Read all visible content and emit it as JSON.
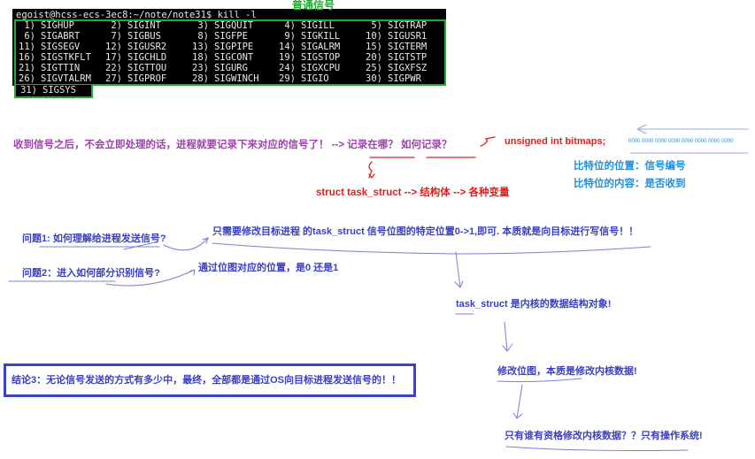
{
  "terminal": {
    "prompt": "egoist@hcss-ecs-3ec8:~/note/note31$ kill -l",
    "label": "普通信号",
    "signals": [
      "SIGHUP",
      "SIGINT",
      "SIGQUIT",
      "SIGILL",
      "SIGTRAP",
      "SIGABRT",
      "SIGBUS",
      "SIGFPE",
      "SIGKILL",
      "SIGUSR1",
      "SIGSEGV",
      "SIGUSR2",
      "SIGPIPE",
      "SIGALRM",
      "SIGTERM",
      "SIGSTKFLT",
      "SIGCHLD",
      "SIGCONT",
      "SIGSTOP",
      "SIGTSTP",
      "SIGTTIN",
      "SIGTTOU",
      "SIGURG",
      "SIGXCPU",
      "SIGXFSZ",
      "SIGVTALRM",
      "SIGPROF",
      "SIGWINCH",
      "SIGIO",
      "SIGPWR",
      "SIGSYS"
    ]
  },
  "notes": {
    "line1": "收到信号之后，不会立即处理的话，进程就要记录下来对应的信号了！ --> 记录在哪？ 如何记录？",
    "bitmap": "unsigned int bitmaps;",
    "bits": "0000 0000 0000 0000 0000 0000 0000 0000",
    "bit_pos": "比特位的位置：信号编号",
    "bit_content": "比特位的内容：是否收到",
    "struct": "struct task_struct --> 结构体 --> 各种变量",
    "q1": "问题1: 如何理解给进程发送信号?",
    "a1": "只需要修改目标进程 的task_struct 信号位图的特定位置0->1,即可. 本质就是向目标进行写信号！！",
    "q2": "问题2：进入如何部分识别信号?",
    "a2": "通过位图对应的位置，是0 还是1",
    "ts": "task_struct 是内核的数据结构对象!",
    "conclusion": "结论3：无论信号发送的方式有多少中，最终，全部都是通过OS向目标进程发送信号的！！",
    "modify": "修改位图，本质是修改内核数据!",
    "who": "只有谁有资格修改内核数据？？只有操作系统!"
  },
  "colors": {
    "purple": "#a040b0",
    "red": "#e02020",
    "blue": "#1f8fe0",
    "navy": "#3a3fc0",
    "green": "#22aa33"
  }
}
